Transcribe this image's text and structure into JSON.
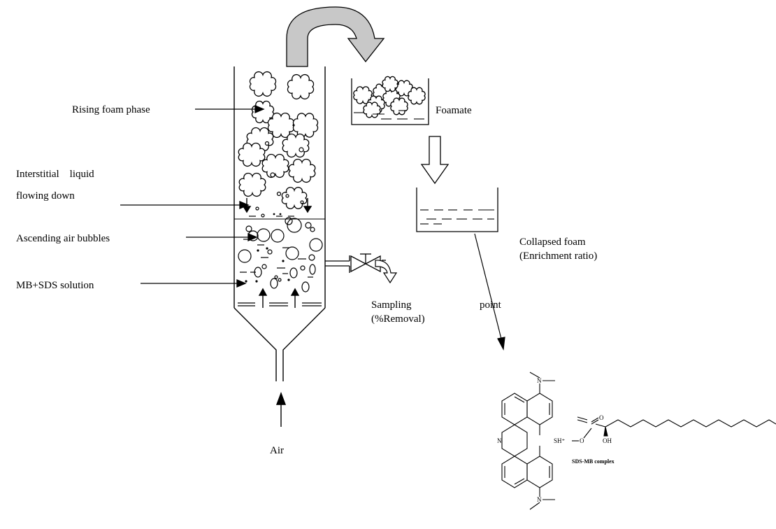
{
  "labels": {
    "rising_foam": "Rising foam phase",
    "interstitial_line1": "Interstitial    liquid",
    "interstitial_line2": "flowing down",
    "ascending_bubbles": "Ascending air bubbles",
    "solution": "MB+SDS solution",
    "foamate": "Foamate",
    "collapsed_line1": "Collapsed foam",
    "collapsed_line2": "(Enrichment ratio)",
    "sampling_line1": "Sampling",
    "sampling_word2": "point",
    "sampling_line2": "(%Removal)",
    "air": "Air"
  },
  "molecule": {
    "caption": "SDS-MB complex",
    "atom_n_ring": "N",
    "atom_sulfonium": "SH⁺",
    "atom_o_link": "O",
    "atom_o_double": "O",
    "atom_oh": "OH",
    "atom_n_top": "N",
    "atom_n_bottom": "N"
  },
  "colors": {
    "stroke": "#000000",
    "transfer_arrow_fill": "#c8c8c8"
  }
}
